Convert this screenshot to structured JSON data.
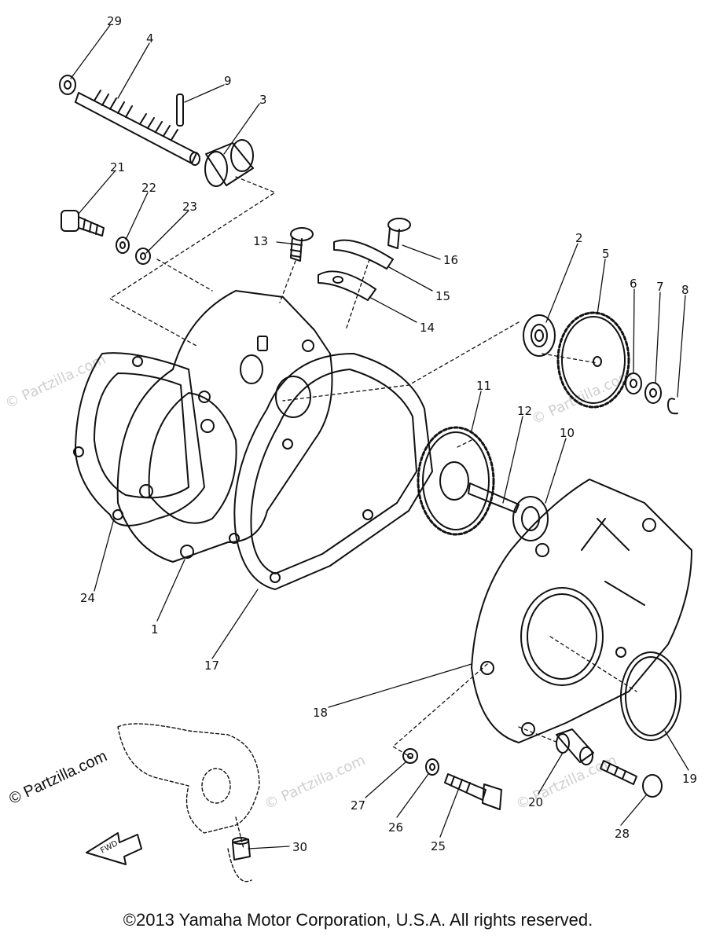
{
  "watermark": "© Partzilla.com",
  "brand_mark": "© Partzilla.com",
  "fwd_arrow_label": "FWD",
  "copyright": "©2013 Yamaha Motor Corporation, U.S.A. All rights reserved.",
  "callouts": {
    "c1": "1",
    "c2": "2",
    "c3": "3",
    "c4": "4",
    "c5": "5",
    "c6": "6",
    "c7": "7",
    "c8": "8",
    "c9": "9",
    "c10": "10",
    "c11": "11",
    "c12": "12",
    "c13": "13",
    "c14": "14",
    "c15": "15",
    "c16": "16",
    "c17": "17",
    "c18": "18",
    "c19": "19",
    "c20": "20",
    "c21": "21",
    "c22": "22",
    "c23": "23",
    "c24": "24",
    "c25": "25",
    "c26": "26",
    "c27": "27",
    "c28": "28",
    "c29": "29",
    "c30": "30"
  }
}
